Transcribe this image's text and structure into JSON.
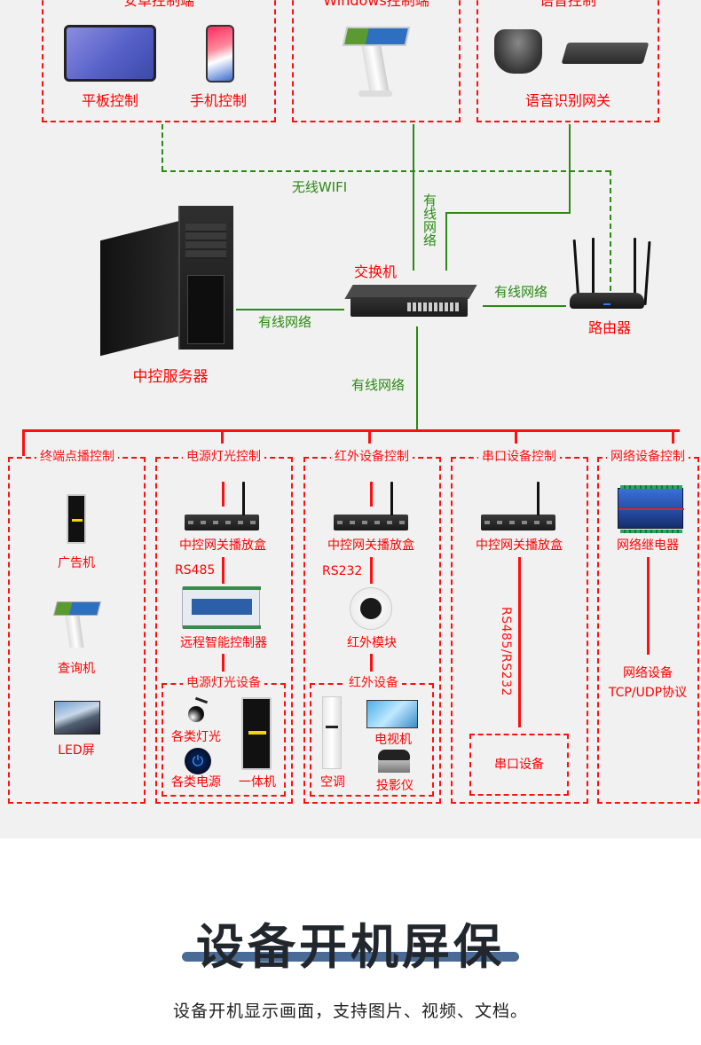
{
  "top_groups": [
    {
      "title": "安卓控制端",
      "items": [
        "平板控制",
        "手机控制"
      ]
    },
    {
      "title": "Windows控制端",
      "items": []
    },
    {
      "title": "语音控制",
      "items": [
        "语音识别网关"
      ]
    }
  ],
  "network": {
    "wifi_label": "无线WIFI",
    "wired_label": "有线网络",
    "wired_vertical_label": "有线网络",
    "switch_label": "交换机",
    "router_label": "路由器",
    "server_label": "中控服务器"
  },
  "columns": [
    {
      "title": "终端点播控制",
      "items": [
        "广告机",
        "查询机",
        "LED屏"
      ]
    },
    {
      "title": "电源灯光控制",
      "gateway_label": "中控网关播放盒",
      "protocol": "RS485",
      "controller_label": "远程智能控制器",
      "subgroup_title": "电源灯光设备",
      "subgroup_items": [
        "各类灯光",
        "各类电源",
        "一体机"
      ]
    },
    {
      "title": "红外设备控制",
      "gateway_label": "中控网关播放盒",
      "protocol": "RS232",
      "module_label": "红外模块",
      "subgroup_title": "红外设备",
      "subgroup_items": [
        "空调",
        "电视机",
        "投影仪"
      ]
    },
    {
      "title": "串口设备控制",
      "gateway_label": "中控网关播放盒",
      "protocol": "RS485/RS232",
      "device_label": "串口设备"
    },
    {
      "title": "网络设备控制",
      "relay_label": "网络继电器",
      "device_label": "网络设备",
      "protocol": "TCP/UDP协议"
    }
  ],
  "colors": {
    "accent_red": "#ff1010",
    "wire_green": "#2a8a12",
    "title_bar": "#4a6b96",
    "background": "#f1f1f1"
  },
  "section": {
    "title": "设备开机屏保",
    "subtitle": "设备开机显示画面，支持图片、视频、文档。"
  }
}
